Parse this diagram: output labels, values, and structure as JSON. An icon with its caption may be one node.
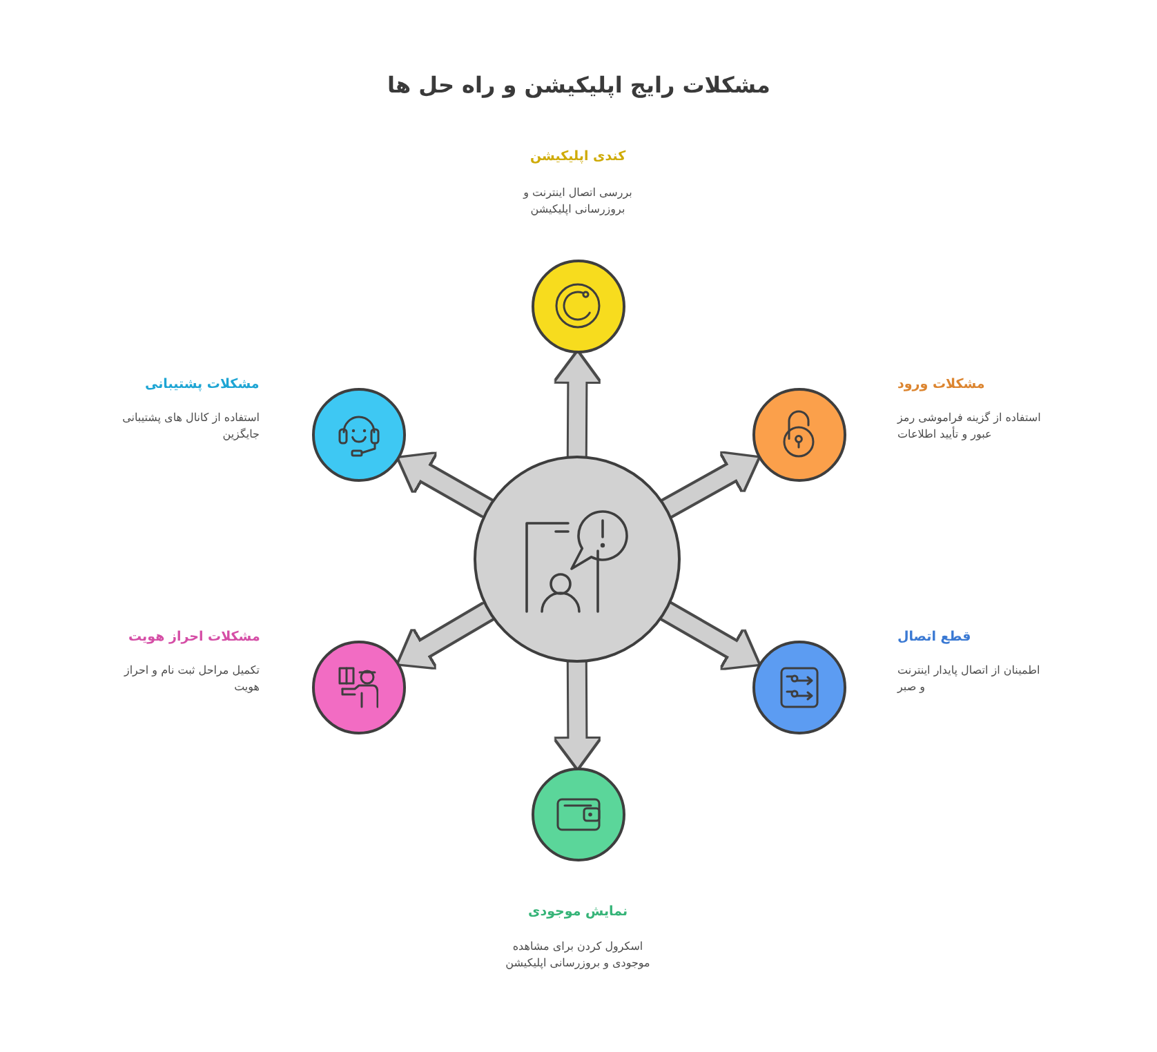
{
  "diagram": {
    "title": "مشکلات رایج اپلیکیشن و راه حل ها",
    "nodes": [
      {
        "text": [],
        "shape": "circle"
      },
      {
        "text": [],
        "shape": "circle",
        "beside": [
          "کندی اپلیکیشن",
          "بررسی اتصال اینترنت و بروزرسانی اپلیکیشن"
        ]
      },
      {
        "text": [],
        "shape": "circle",
        "beside": [
          "مشکلات ورود",
          "استفاده از گزینه فراموشی رمز عبور و تأیید اطلاعات"
        ]
      },
      {
        "text": [],
        "shape": "circle",
        "beside": [
          "قطع اتصال",
          "اطمینان از اتصال پایدار اینترنت و صبر"
        ]
      },
      {
        "text": [],
        "shape": "circle",
        "beside": [
          "نمایش موجودی",
          "اسکرول کردن برای مشاهده موجودی و بروزرسانی اپلیکیشن"
        ]
      },
      {
        "text": [],
        "shape": "circle",
        "beside": [
          "مشکلات احراز هویت",
          "تکمیل مراحل ثبت نام و احراز هویت"
        ]
      },
      {
        "text": [],
        "shape": "circle",
        "beside": [
          "مشکلات پشتیبانی",
          "استفاده از کانال های پشتیبانی جایگزین"
        ]
      }
    ],
    "edges": [
      {
        "from": 0,
        "to": 1,
        "arrow": "to"
      },
      {
        "from": 0,
        "to": 2,
        "arrow": "to"
      },
      {
        "from": 0,
        "to": 3,
        "arrow": "to"
      },
      {
        "from": 0,
        "to": 4,
        "arrow": "to"
      },
      {
        "from": 0,
        "to": 5,
        "arrow": "to"
      },
      {
        "from": 0,
        "to": 6,
        "arrow": "to"
      }
    ]
  }
}
